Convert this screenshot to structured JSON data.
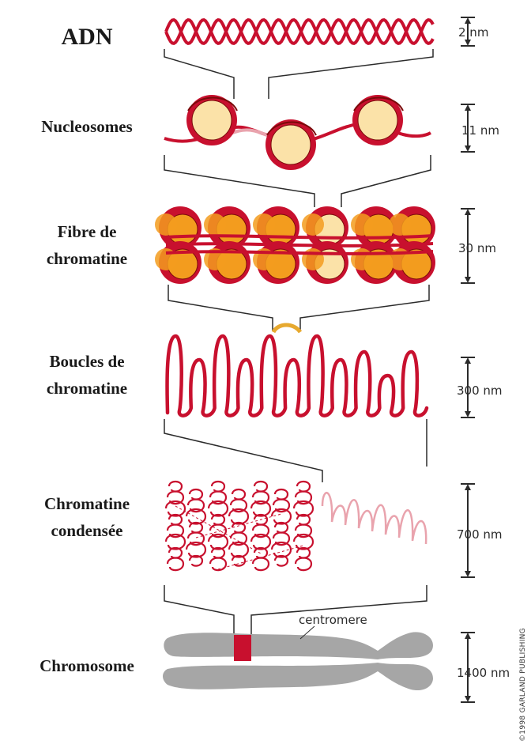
{
  "levels": [
    {
      "label_lines": [
        "ADN"
      ],
      "scale": "2 nm"
    },
    {
      "label_lines": [
        "Nucleosomes"
      ],
      "scale": "11 nm"
    },
    {
      "label_lines": [
        "Fibre de",
        "chromatine"
      ],
      "scale": "30 nm"
    },
    {
      "label_lines": [
        "Boucles de",
        "chromatine"
      ],
      "scale": "300 nm"
    },
    {
      "label_lines": [
        "Chromatine",
        "condensée"
      ],
      "scale": "700 nm"
    },
    {
      "label_lines": [
        "Chromosome"
      ],
      "scale": "1400 nm"
    }
  ],
  "centromere_label": "centromere",
  "credit": "©1998 GARLAND PUBLISHING",
  "colors": {
    "dna": "#c8102e",
    "dna_light": "#e9a3ad",
    "histone_core": "#fbe2a8",
    "histone_core_orange": "#f39c1e",
    "chromosome": "#a6a6a6",
    "highlight": "#e7a92f",
    "connector": "#2b2b2b"
  }
}
